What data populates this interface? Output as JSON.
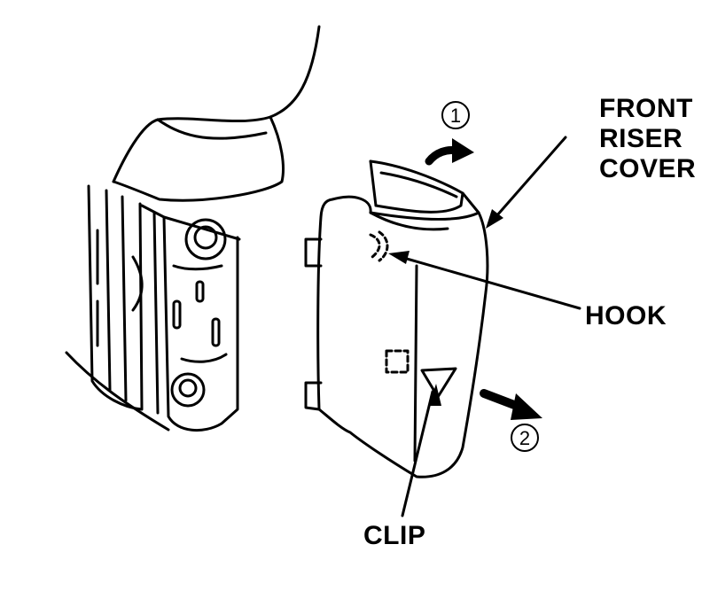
{
  "labels": {
    "front_riser_cover": [
      "FRONT",
      "RISER",
      "COVER"
    ],
    "hook": "HOOK",
    "clip": "CLIP"
  },
  "steps": {
    "step1": "1",
    "step2": "2"
  },
  "icons": {
    "arrow1": "curved-arrow-right-icon",
    "arrow2": "arrow-down-right-icon"
  }
}
